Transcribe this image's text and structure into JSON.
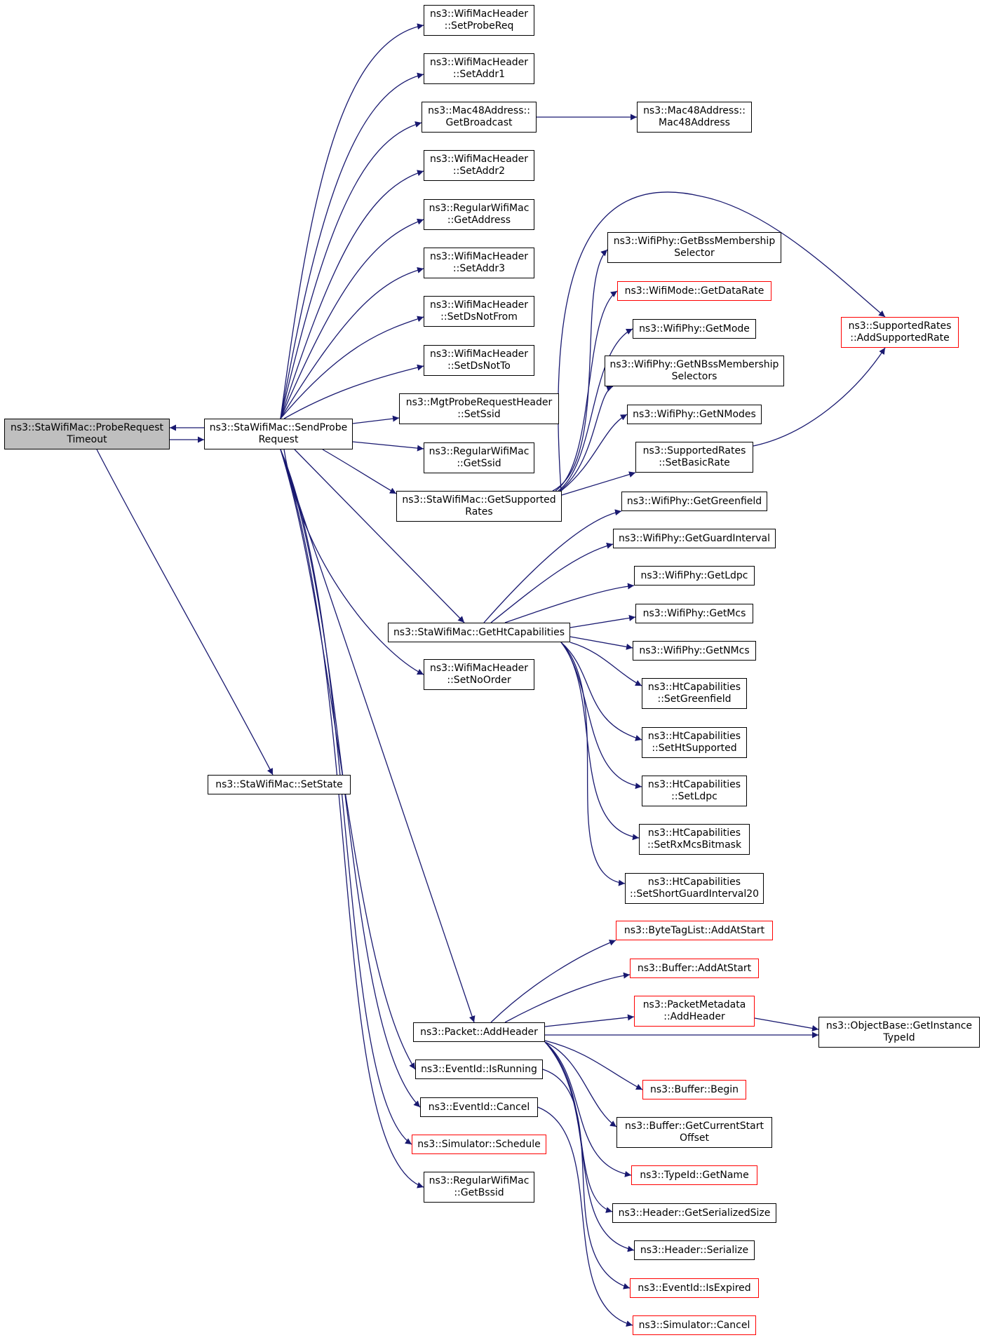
{
  "colors": {
    "edge": "#191970",
    "node_border": "#000000",
    "ref_border": "#ff0000",
    "root_fill": "#bfbfbf"
  },
  "nodes": {
    "probe_timeout": {
      "lines": [
        "ns3::StaWifiMac::ProbeRequest",
        "Timeout"
      ]
    },
    "send_probe": {
      "lines": [
        "ns3::StaWifiMac::SendProbe",
        "Request"
      ]
    },
    "set_state": {
      "lines": [
        "ns3::StaWifiMac::SetState"
      ]
    },
    "set_probe_req": {
      "lines": [
        "ns3::WifiMacHeader",
        "::SetProbeReq"
      ]
    },
    "set_addr1": {
      "lines": [
        "ns3::WifiMacHeader",
        "::SetAddr1"
      ]
    },
    "get_broadcast": {
      "lines": [
        "ns3::Mac48Address::",
        "GetBroadcast"
      ]
    },
    "mac48address": {
      "lines": [
        "ns3::Mac48Address::",
        "Mac48Address"
      ]
    },
    "set_addr2": {
      "lines": [
        "ns3::WifiMacHeader",
        "::SetAddr2"
      ]
    },
    "get_address": {
      "lines": [
        "ns3::RegularWifiMac",
        "::GetAddress"
      ]
    },
    "set_addr3": {
      "lines": [
        "ns3::WifiMacHeader",
        "::SetAddr3"
      ]
    },
    "set_ds_not_from": {
      "lines": [
        "ns3::WifiMacHeader",
        "::SetDsNotFrom"
      ]
    },
    "set_ds_not_to": {
      "lines": [
        "ns3::WifiMacHeader",
        "::SetDsNotTo"
      ]
    },
    "probe_set_ssid": {
      "lines": [
        "ns3::MgtProbeRequestHeader",
        "::SetSsid"
      ]
    },
    "get_ssid": {
      "lines": [
        "ns3::RegularWifiMac",
        "::GetSsid"
      ]
    },
    "get_supported_rates": {
      "lines": [
        "ns3::StaWifiMac::GetSupported",
        "Rates"
      ]
    },
    "get_ht_caps": {
      "lines": [
        "ns3::StaWifiMac::GetHtCapabilities"
      ]
    },
    "set_no_order": {
      "lines": [
        "ns3::WifiMacHeader",
        "::SetNoOrder"
      ]
    },
    "add_header": {
      "lines": [
        "ns3::Packet::AddHeader"
      ]
    },
    "is_running": {
      "lines": [
        "ns3::EventId::IsRunning"
      ]
    },
    "event_cancel": {
      "lines": [
        "ns3::EventId::Cancel"
      ]
    },
    "sim_schedule": {
      "lines": [
        "ns3::Simulator::Schedule"
      ]
    },
    "get_bssid": {
      "lines": [
        "ns3::RegularWifiMac",
        "::GetBssid"
      ]
    },
    "get_bss_sel": {
      "lines": [
        "ns3::WifiPhy::GetBssMembership",
        "Selector"
      ]
    },
    "get_data_rate": {
      "lines": [
        "ns3::WifiMode::GetDataRate"
      ]
    },
    "get_mode": {
      "lines": [
        "ns3::WifiPhy::GetMode"
      ]
    },
    "get_n_bss_sel": {
      "lines": [
        "ns3::WifiPhy::GetNBssMembership",
        "Selectors"
      ]
    },
    "get_n_modes": {
      "lines": [
        "ns3::WifiPhy::GetNModes"
      ]
    },
    "set_basic_rate": {
      "lines": [
        "ns3::SupportedRates",
        "::SetBasicRate"
      ]
    },
    "add_supported_rate": {
      "lines": [
        "ns3::SupportedRates",
        "::AddSupportedRate"
      ]
    },
    "get_greenfield": {
      "lines": [
        "ns3::WifiPhy::GetGreenfield"
      ]
    },
    "get_guard_interval": {
      "lines": [
        "ns3::WifiPhy::GetGuardInterval"
      ]
    },
    "get_ldpc": {
      "lines": [
        "ns3::WifiPhy::GetLdpc"
      ]
    },
    "get_mcs": {
      "lines": [
        "ns3::WifiPhy::GetMcs"
      ]
    },
    "get_n_mcs": {
      "lines": [
        "ns3::WifiPhy::GetNMcs"
      ]
    },
    "set_greenfield": {
      "lines": [
        "ns3::HtCapabilities",
        "::SetGreenfield"
      ]
    },
    "set_ht_supported": {
      "lines": [
        "ns3::HtCapabilities",
        "::SetHtSupported"
      ]
    },
    "set_ldpc": {
      "lines": [
        "ns3::HtCapabilities",
        "::SetLdpc"
      ]
    },
    "set_rx_mcs": {
      "lines": [
        "ns3::HtCapabilities",
        "::SetRxMcsBitmask"
      ]
    },
    "set_sgi20": {
      "lines": [
        "ns3::HtCapabilities",
        "::SetShortGuardInterval20"
      ]
    },
    "bytetag_add": {
      "lines": [
        "ns3::ByteTagList::AddAtStart"
      ]
    },
    "buffer_add": {
      "lines": [
        "ns3::Buffer::AddAtStart"
      ]
    },
    "pm_add_header": {
      "lines": [
        "ns3::PacketMetadata",
        "::AddHeader"
      ]
    },
    "get_instance_typeid": {
      "lines": [
        "ns3::ObjectBase::GetInstance",
        "TypeId"
      ]
    },
    "buffer_begin": {
      "lines": [
        "ns3::Buffer::Begin"
      ]
    },
    "buffer_cso": {
      "lines": [
        "ns3::Buffer::GetCurrentStart",
        "Offset"
      ]
    },
    "typeid_get_name": {
      "lines": [
        "ns3::TypeId::GetName"
      ]
    },
    "header_ser_size": {
      "lines": [
        "ns3::Header::GetSerializedSize"
      ]
    },
    "header_serialize": {
      "lines": [
        "ns3::Header::Serialize"
      ]
    },
    "event_is_expired": {
      "lines": [
        "ns3::EventId::IsExpired"
      ]
    },
    "sim_cancel": {
      "lines": [
        "ns3::Simulator::Cancel"
      ]
    }
  }
}
